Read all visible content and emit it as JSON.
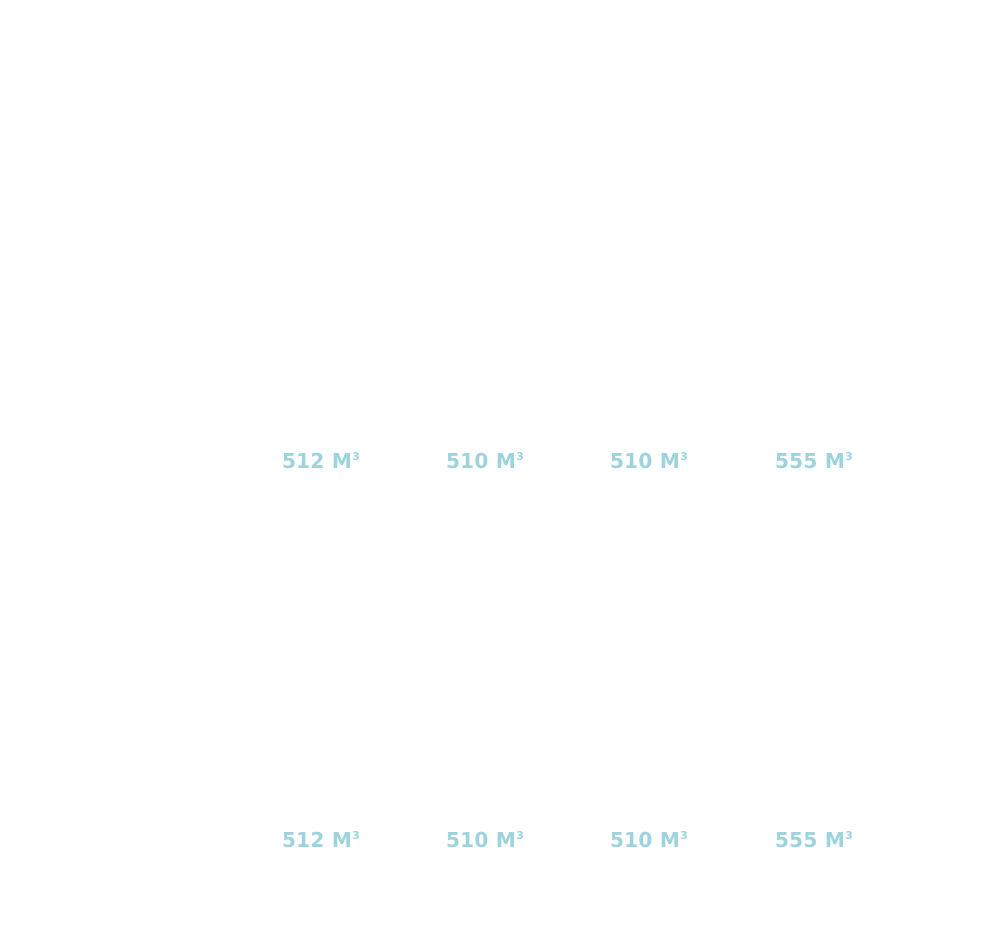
{
  "colors": {
    "accent": "#9dd3dc",
    "background": "#ffffff"
  },
  "rows": [
    {
      "items": [
        {
          "value": "512",
          "unit": "M",
          "exponent": "3"
        },
        {
          "value": "510",
          "unit": "M",
          "exponent": "3"
        },
        {
          "value": "510",
          "unit": "M",
          "exponent": "3"
        },
        {
          "value": "555",
          "unit": "M",
          "exponent": "3"
        }
      ]
    },
    {
      "items": [
        {
          "value": "512",
          "unit": "M",
          "exponent": "3"
        },
        {
          "value": "510",
          "unit": "M",
          "exponent": "3"
        },
        {
          "value": "510",
          "unit": "M",
          "exponent": "3"
        },
        {
          "value": "555",
          "unit": "M",
          "exponent": "3"
        }
      ]
    }
  ]
}
